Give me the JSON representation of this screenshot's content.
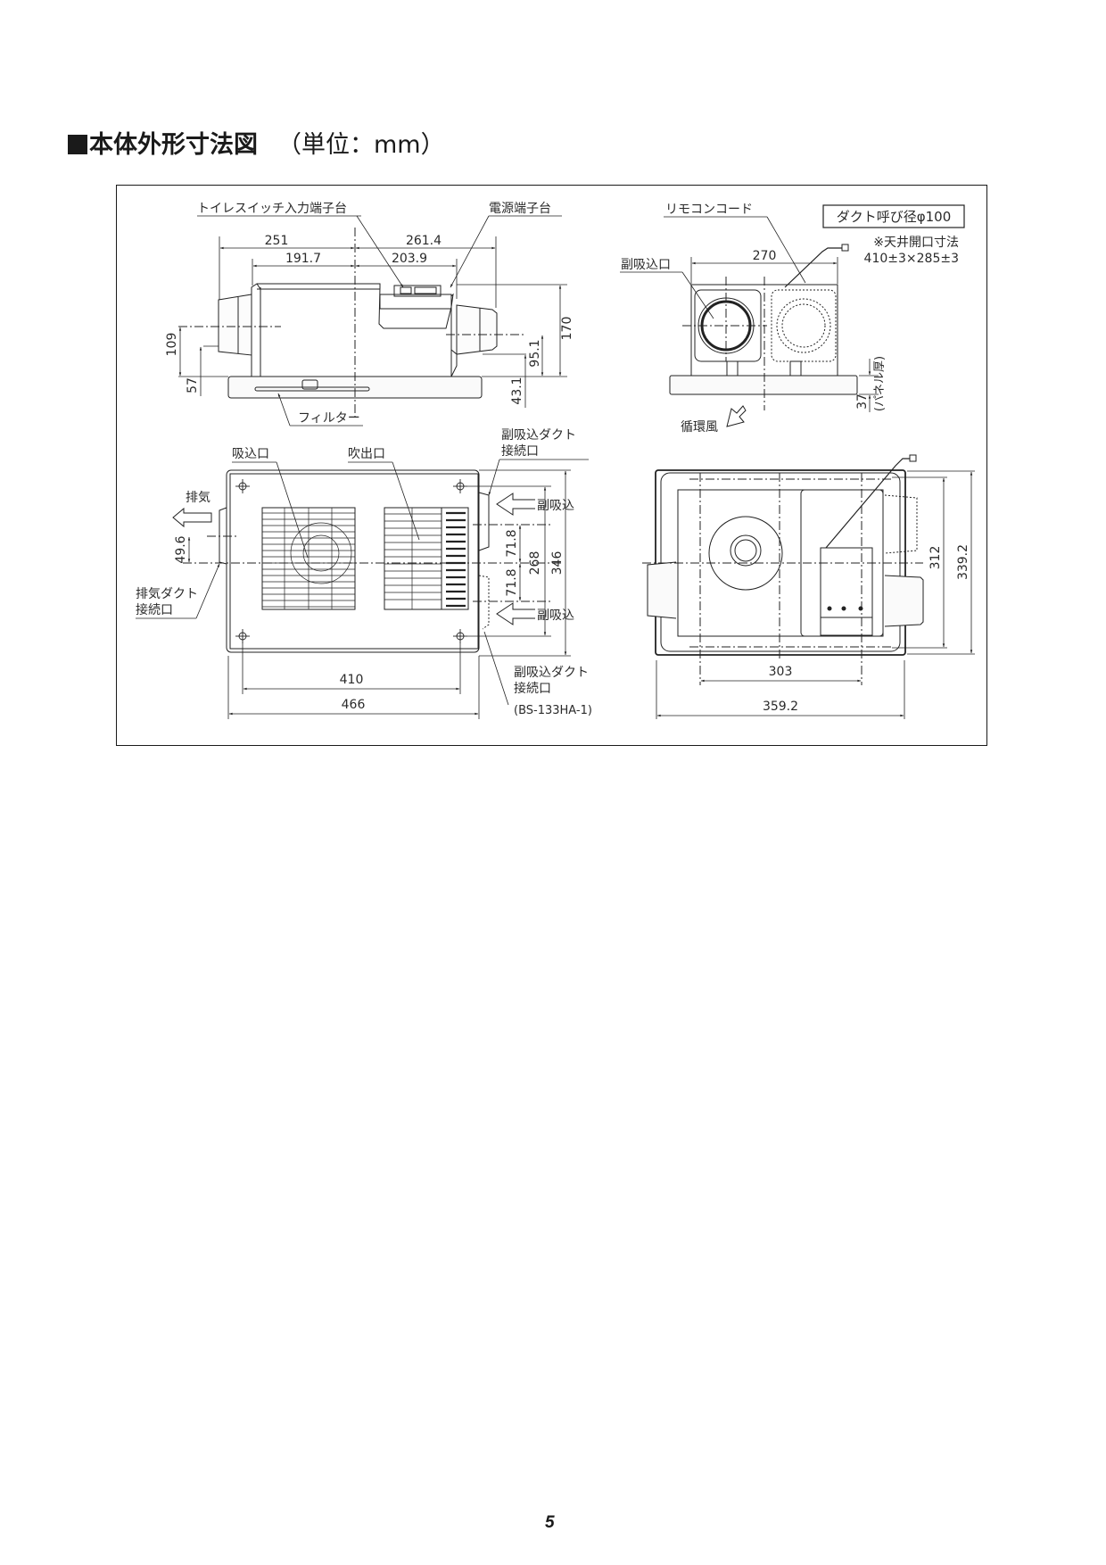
{
  "header": {
    "title": "本体外形寸法図",
    "unit": "（単位：mm）"
  },
  "side_view": {
    "labels": {
      "toilet_switch_terminal": "トイレスイッチ入力端子台",
      "power_terminal": "電源端子台",
      "filter": "フィルター"
    },
    "dimensions": {
      "d251": "251",
      "d261_4": "261.4",
      "d191_7": "191.7",
      "d203_9": "203.9",
      "d109": "109",
      "d57": "57",
      "d170": "170",
      "d95_1": "95.1",
      "d43_1": "43.1"
    }
  },
  "front_view": {
    "labels": {
      "remote_cord": "リモコンコード",
      "sub_inlet": "副吸込口",
      "circulation": "循環風",
      "panel_thickness": "(パネル厚)"
    },
    "duct_note": "ダクト呼び径φ100",
    "ceiling_note_1": "※天井開口寸法",
    "ceiling_note_2": "410±3×285±3",
    "dimensions": {
      "d270": "270",
      "d37": "37"
    }
  },
  "bottom_view": {
    "labels": {
      "intake": "吸込口",
      "outlet": "吹出口",
      "exhaust": "排気",
      "exhaust_duct_1": "排気ダクト",
      "exhaust_duct_2": "接続口",
      "sub_duct_top_1": "副吸込ダクト",
      "sub_duct_top_2": "接続口",
      "sub_intake_1": "副吸込",
      "sub_intake_2": "副吸込",
      "sub_duct_bottom_1": "副吸込ダクト",
      "sub_duct_bottom_2": "接続口",
      "model": "(BS-133HA-1)"
    },
    "dimensions": {
      "d49_6": "49.6",
      "d71_8a": "71.8",
      "d71_8b": "71.8",
      "d268": "268",
      "d346": "346",
      "d410": "410",
      "d466": "466"
    }
  },
  "top_view": {
    "dimensions": {
      "d312": "312",
      "d339_2": "339.2",
      "d303": "303",
      "d359_2": "359.2"
    }
  },
  "footer": {
    "page_number": "5"
  }
}
